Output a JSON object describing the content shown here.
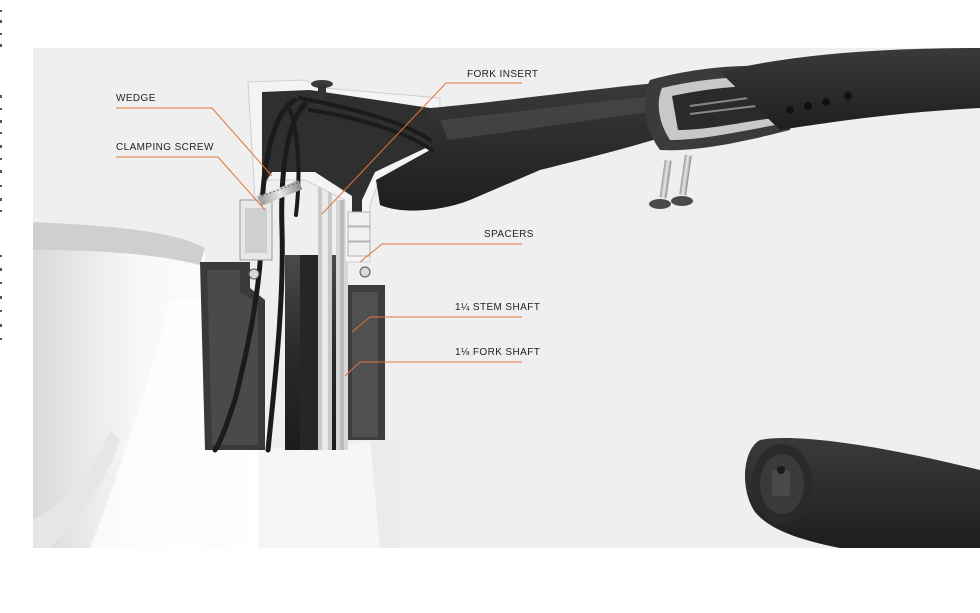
{
  "colors": {
    "background": "#efefef",
    "callout_line": "#e0753a",
    "carbon": "#2b2b2b",
    "frame_white": "#fbfbfb"
  },
  "labels": {
    "wedge": "WEDGE",
    "clamping_screw": "CLAMPING SCREW",
    "fork_insert": "FORK INSERT",
    "spacers": "SPACERS",
    "stem_shaft": "1¼ STEM SHAFT",
    "fork_shaft": "1⅛ FORK SHAFT"
  }
}
